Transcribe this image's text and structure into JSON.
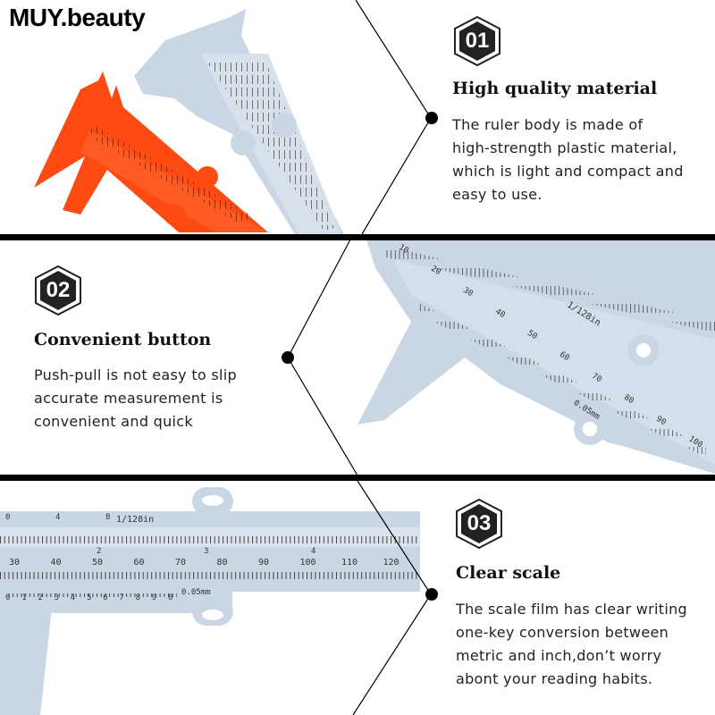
{
  "brand": "MUY.beauty",
  "sections": [
    {
      "number": "01",
      "title": "High quality material",
      "lines": [
        "The ruler body is made of",
        "high-strength plastic material,",
        "which is light and compact and",
        "easy to use."
      ]
    },
    {
      "number": "02",
      "title": "Convenient button",
      "lines": [
        "Push-pull is not easy to slip",
        "accurate measurement is",
        "convenient and quick"
      ]
    },
    {
      "number": "03",
      "title": "Clear scale",
      "lines": [
        "The scale film has clear writing",
        "one-key conversion between",
        "metric and inch,don’t worry",
        "abont your reading habits."
      ]
    }
  ],
  "ruler_labels": {
    "fraction": "1/128in",
    "vernier": "0.05mm",
    "mm_ticks_large": [
      "30",
      "40",
      "50",
      "60",
      "70",
      "80",
      "90",
      "100",
      "110",
      "120"
    ],
    "inch_ticks": [
      "0",
      "4",
      "8"
    ],
    "inch_marks": [
      "2",
      "3",
      "4"
    ],
    "vernier_ticks": [
      "0",
      "1",
      "2",
      "3",
      "4",
      "5",
      "6",
      "7",
      "8",
      "9",
      "0"
    ],
    "mid_mm_ticks": [
      "10",
      "20",
      "30",
      "40",
      "50",
      "60",
      "70",
      "80",
      "90",
      "100"
    ]
  },
  "colors": {
    "caliper_gray": "#c9d6e3",
    "caliper_orange": "#ff4a12",
    "badge": "#222222",
    "line": "#000000"
  }
}
